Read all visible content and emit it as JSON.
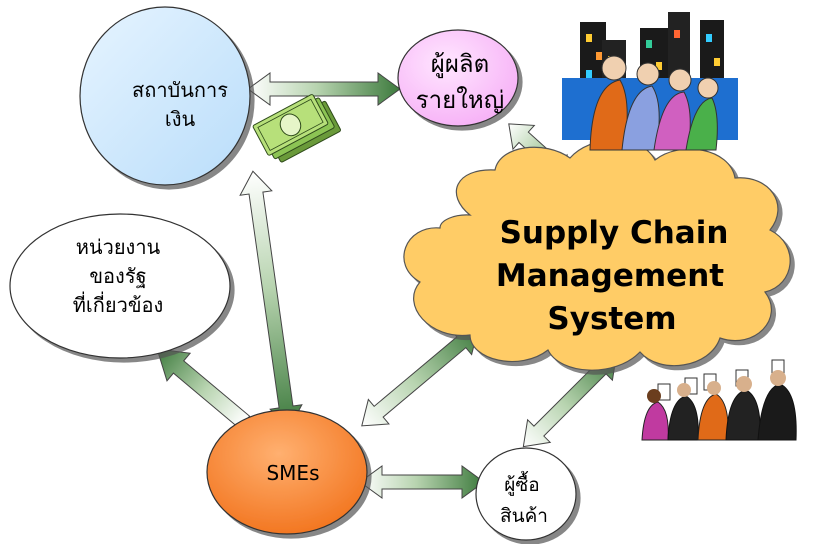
{
  "nodes": {
    "financial": {
      "label_lines": [
        "สถาบันการ",
        "เงิน"
      ]
    },
    "producer": {
      "label_lines": [
        "ผู้ผลิต",
        "รายใหญ่"
      ]
    },
    "government": {
      "label_lines": [
        "หน่วยงาน",
        "ของรัฐ",
        "ที่เกี่ยวข้อง"
      ]
    },
    "scm": {
      "label_lines": [
        "Supply Chain",
        "Management",
        "System"
      ]
    },
    "smes": {
      "label": "SMEs"
    },
    "buyer": {
      "label_lines": [
        "ผู้ซื้อ",
        "สินค้า"
      ]
    }
  },
  "colors": {
    "financial_fill": "#cfe9ff",
    "producer_fill": "#ffccff",
    "scm_fill": "#ffcc66",
    "smes_fill": "#ff8c3a",
    "arrow_dark": "#3d7a3d",
    "arrow_light": "#ffffff"
  },
  "icons": [
    "money-icon",
    "business-people-city-icon",
    "judges-scorecards-icon"
  ]
}
